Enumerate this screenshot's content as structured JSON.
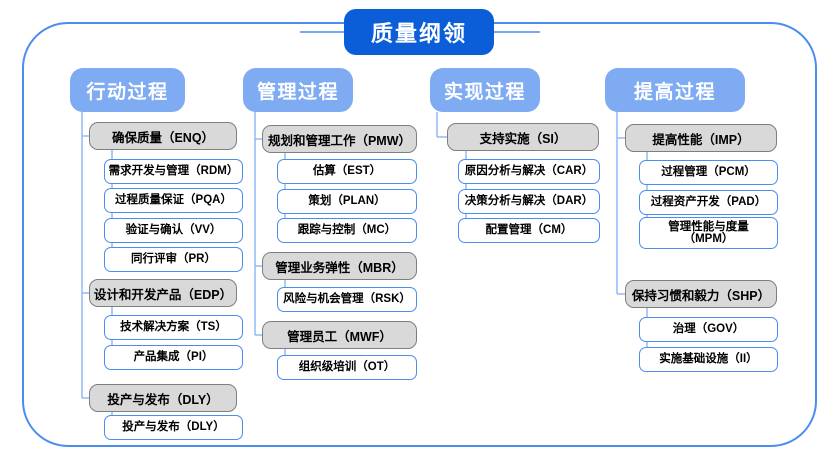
{
  "diagram": {
    "title": "质量纲领",
    "frame_color": "#4a8cf0",
    "title_color": "#0b5ed7",
    "header_color": "#7fabf2",
    "group_color": "#d9d9d9",
    "group_border_color": "#7f7f7f",
    "leaf_border_color": "#4a8cf0"
  },
  "columns": [
    {
      "id": "action",
      "header": "行动过程",
      "groups": [
        {
          "label": "确保质量（ENQ）",
          "children": [
            "需求开发与管理（RDM）",
            "过程质量保证（PQA）",
            "验证与确认（VV）",
            "同行评审（PR）"
          ]
        },
        {
          "label": "设计和开发产品（EDP）",
          "children": [
            "技术解决方案（TS）",
            "产品集成（PI）"
          ]
        },
        {
          "label": "投产与发布（DLY）",
          "children": [
            "投产与发布（DLY）"
          ]
        }
      ]
    },
    {
      "id": "management",
      "header": "管理过程",
      "groups": [
        {
          "label": "规划和管理工作（PMW）",
          "children": [
            "估算（EST）",
            "策划（PLAN）",
            "跟踪与控制（MC）"
          ]
        },
        {
          "label": "管理业务弹性（MBR）",
          "children": [
            "风险与机会管理（RSK）"
          ]
        },
        {
          "label": "管理员工（MWF）",
          "children": [
            "组织级培训（OT）"
          ]
        }
      ]
    },
    {
      "id": "implementation",
      "header": "实现过程",
      "groups": [
        {
          "label": "支持实施（SI）",
          "children": [
            "原因分析与解决（CAR）",
            "决策分析与解决（DAR）",
            "配置管理（CM）"
          ]
        }
      ]
    },
    {
      "id": "improvement",
      "header": "提高过程",
      "groups": [
        {
          "label": "提高性能（IMP）",
          "children": [
            "过程管理（PCM）",
            "过程资产开发（PAD）",
            "管理性能与度量\n（MPM）"
          ]
        },
        {
          "label": "保持习惯和毅力（SHP）",
          "children": [
            "治理（GOV）",
            "实施基础设施（II）"
          ]
        }
      ]
    }
  ]
}
